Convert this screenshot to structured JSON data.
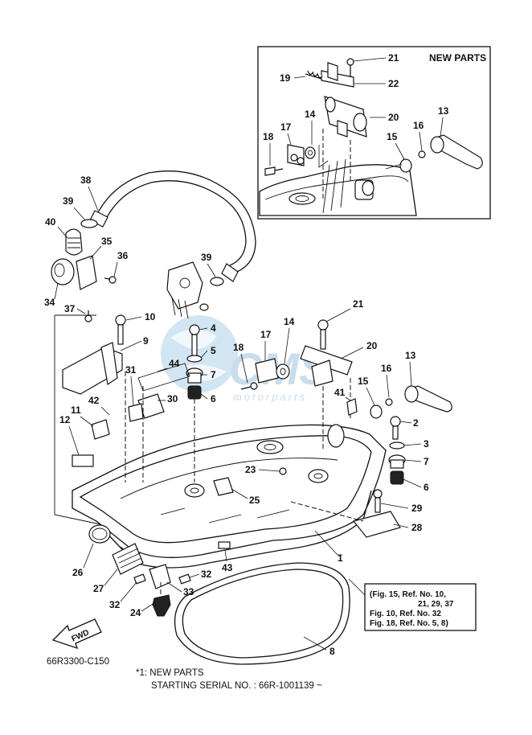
{
  "inset": {
    "title": "NEW PARTS",
    "labels": [
      "21",
      "19",
      "22",
      "14",
      "20",
      "13",
      "18",
      "17",
      "16",
      "15"
    ]
  },
  "callouts": [
    "38",
    "39",
    "40",
    "35",
    "36",
    "34",
    "39",
    "37",
    "10",
    "4",
    "9",
    "5",
    "7",
    "6",
    "44",
    "17",
    "18",
    "14",
    "21",
    "20",
    "13",
    "16",
    "15",
    "31",
    "30",
    "42",
    "11",
    "12",
    "41",
    "2",
    "3",
    "7",
    "23",
    "6",
    "25",
    "29",
    "28",
    "26",
    "27",
    "43",
    "1",
    "32",
    "32",
    "33",
    "24",
    "8"
  ],
  "reference_note": {
    "line1": "(Fig. 15, Ref. No. 10,",
    "line2": "21, 29, 37",
    "line3": "Fig. 10, Ref. No. 32",
    "line4": "Fig. 18, Ref. No. 5, 8)"
  },
  "fwd_label": "FWD",
  "watermark": {
    "brand": "CMS",
    "text": "motorparts"
  },
  "figure_code": "66R3300-C150",
  "footnote": {
    "line1": "*1: NEW PARTS",
    "line2": "STARTING SERIAL NO. : 66R-1001139 ~"
  }
}
